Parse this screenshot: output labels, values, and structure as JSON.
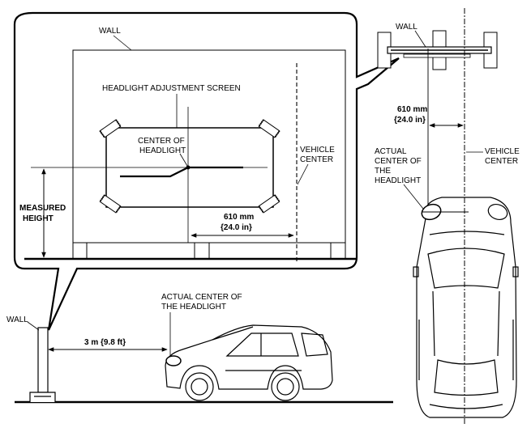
{
  "labels": {
    "wall_top": "WALL",
    "wall_right": "WALL",
    "wall_left": "WALL",
    "screen": "HEADLIGHT ADJUSTMENT SCREEN",
    "center_of_headlight": [
      "CENTER OF",
      "HEADLIGHT"
    ],
    "vehicle_center_callout": [
      "VEHICLE",
      "CENTER"
    ],
    "vehicle_center_top": [
      "VEHICLE",
      "CENTER"
    ],
    "measured_height": [
      "MEASURED",
      "HEIGHT"
    ],
    "offset_callout": [
      "610 mm",
      "{24.0 in}"
    ],
    "offset_top": [
      "610 mm",
      "{24.0 in}"
    ],
    "actual_center_top": [
      "ACTUAL",
      "CENTER OF",
      "THE",
      "HEADLIGHT"
    ],
    "actual_center_side": [
      "ACTUAL CENTER OF",
      "THE HEADLIGHT"
    ],
    "distance": "3 m {9.8 ft}"
  }
}
